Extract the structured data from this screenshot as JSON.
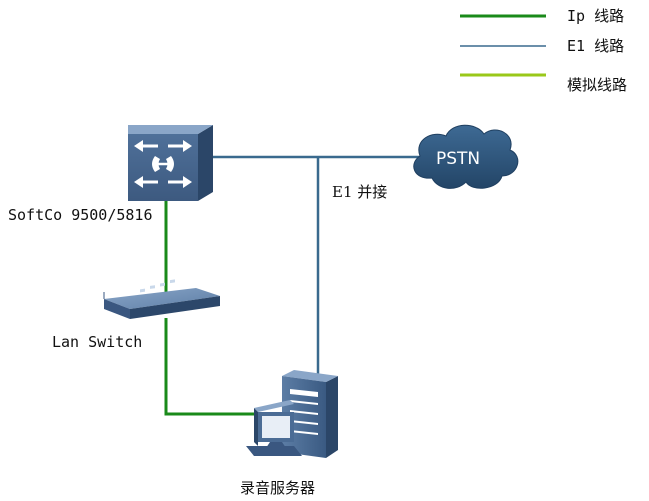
{
  "legend": {
    "items": [
      {
        "label": "Ip 线路",
        "color": "#1a8a1a"
      },
      {
        "label": "E1 线路",
        "color": "#3a6a8e"
      },
      {
        "label": "模拟线路",
        "color": "#9ac81a"
      }
    ]
  },
  "nodes": {
    "softco": {
      "label": "SoftCo 9500/5816"
    },
    "lan_switch": {
      "label": "Lan Switch"
    },
    "pstn": {
      "label": "PSTN"
    },
    "recording_server": {
      "label": "录音服务器"
    }
  },
  "links": {
    "e1_parallel_label": "E1 并接"
  },
  "colors": {
    "ip_line": "#1a8a1a",
    "e1_line": "#3a6a8e",
    "analog_line": "#9ac81a",
    "device_dark": "#3c5a80",
    "device_light": "#6b8cb3",
    "cloud": "#2f587f"
  }
}
